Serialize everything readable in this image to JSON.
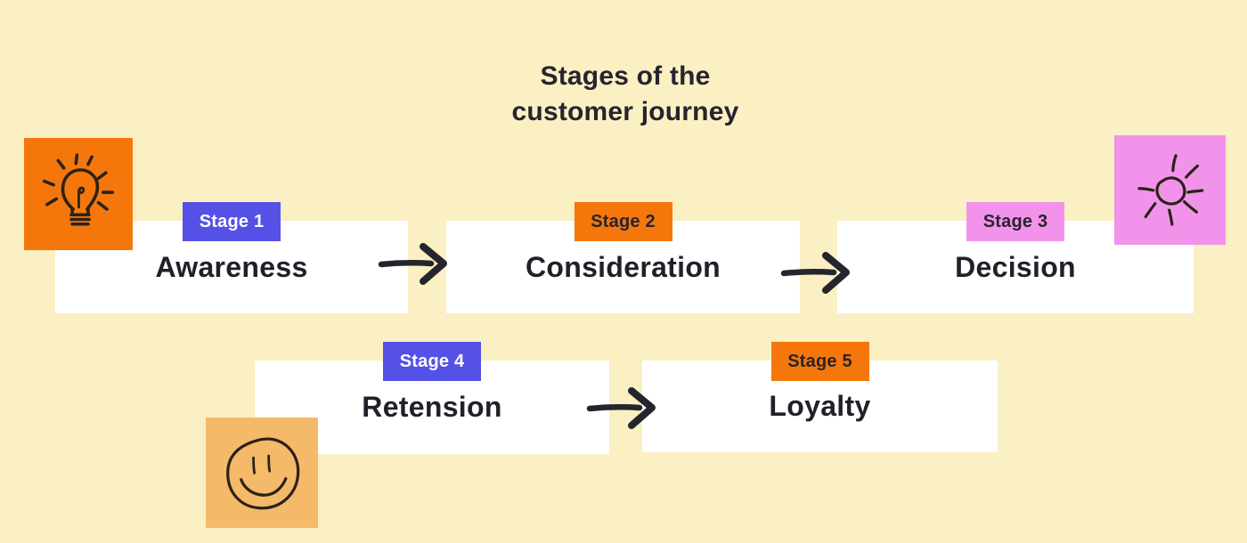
{
  "title": {
    "line1": "Stages of the",
    "line2": "customer journey"
  },
  "stages": [
    {
      "badge_label": "Stage 1",
      "name": "Awareness",
      "badge_color": "indigo"
    },
    {
      "badge_label": "Stage 2",
      "name": "Consideration",
      "badge_color": "orange"
    },
    {
      "badge_label": "Stage 3",
      "name": "Decision",
      "badge_color": "pink"
    },
    {
      "badge_label": "Stage 4",
      "name": "Retension",
      "badge_color": "indigo"
    },
    {
      "badge_label": "Stage 5",
      "name": "Loyalty",
      "badge_color": "orange"
    }
  ],
  "decorations": [
    {
      "icon": "lightbulb-icon",
      "square_color": "#F5770B"
    },
    {
      "icon": "sun-icon",
      "square_color": "#F293EB"
    },
    {
      "icon": "smiley-icon",
      "square_color": "#F4B969"
    }
  ],
  "colors": {
    "background": "#FBEFC4",
    "card": "#FFFFFF",
    "indigo": "#5551E6",
    "orange": "#F5770B",
    "pink": "#F293EB",
    "tan": "#F4B969",
    "ink": "#26242C"
  }
}
